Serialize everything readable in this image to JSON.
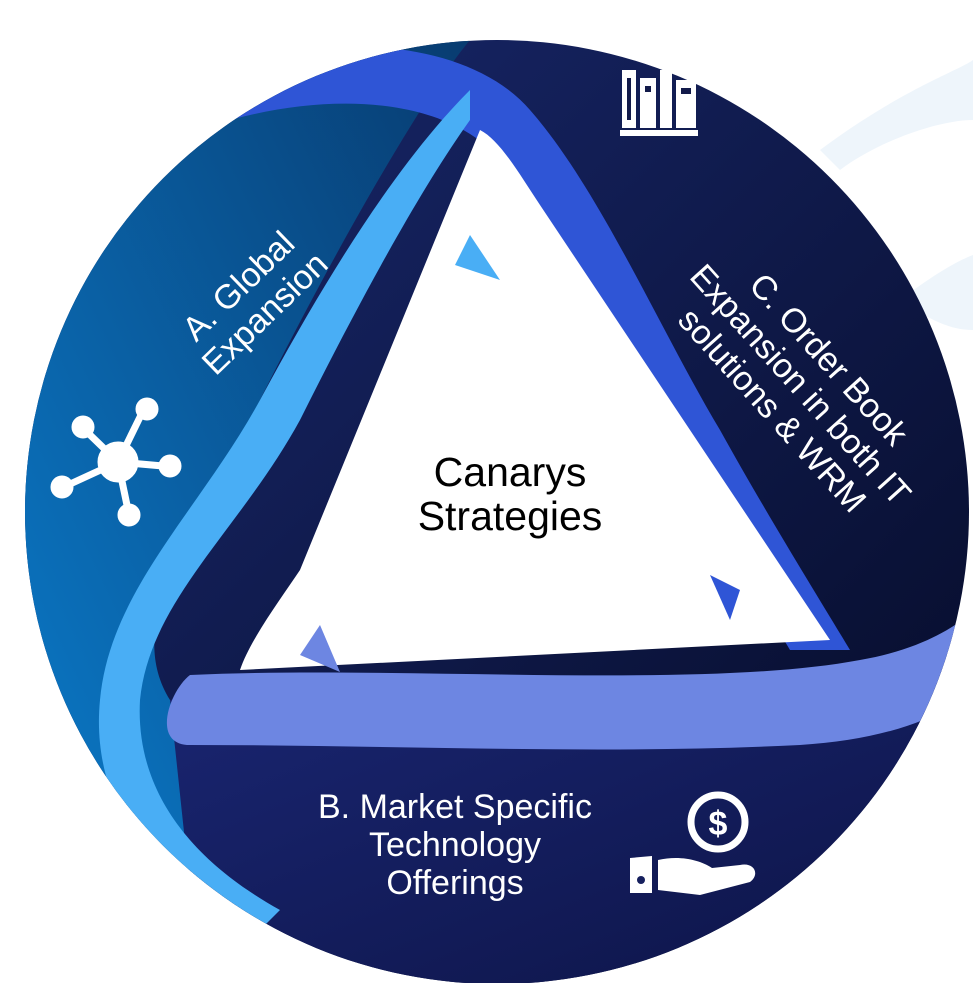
{
  "center": {
    "line1": "Canarys",
    "line2": "Strategies"
  },
  "segments": [
    {
      "id": "A",
      "lines": [
        "A. Global",
        "Expansion"
      ],
      "icon": "network-icon"
    },
    {
      "id": "B",
      "lines": [
        "B. Market Specific",
        "Technology",
        "Offerings"
      ],
      "icon": "hand-dollar-icon"
    },
    {
      "id": "C",
      "lines": [
        "C. Order Book",
        "Expansion in both IT",
        "solutions & WRM"
      ],
      "icon": "books-icon"
    }
  ],
  "colors": {
    "segment_a": "#0a6db8",
    "segment_b": "#16205e",
    "segment_c": "#121a4a",
    "band_light": "#4fb1f5",
    "band_mid": "#2f5ad8",
    "band_lavender": "#6e86e0",
    "center_fill": "#ffffff",
    "accent_swoosh": "#e9f2fb"
  }
}
